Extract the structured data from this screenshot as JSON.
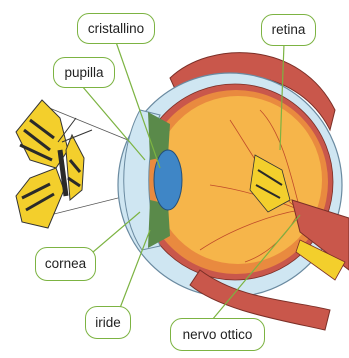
{
  "diagram": {
    "labels": {
      "cristallino": "cristallino",
      "pupilla": "pupilla",
      "retina": "retina",
      "cornea": "cornea",
      "iride": "iride",
      "nervo_ottico": "nervo ottico"
    }
  },
  "colors": {
    "label_border": "#7cb342",
    "leader_line": "#7cb342",
    "sclera": "#cfe6f2",
    "vitreous": "#f6b54a",
    "lens": "#3f86c6",
    "muscle": "#c9574b",
    "butterfly_yellow": "#f3cf2c"
  },
  "icons": [
    "butterfly-illustration",
    "eye-cross-section-illustration"
  ]
}
